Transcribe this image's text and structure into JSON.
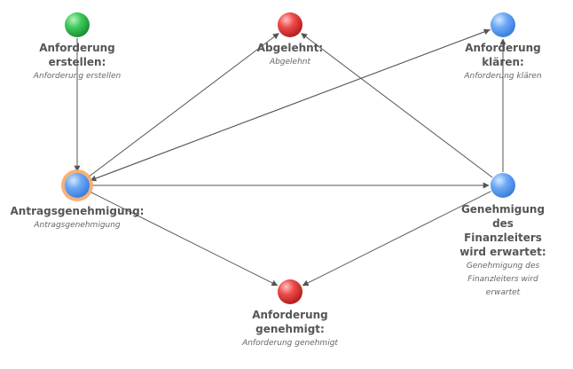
{
  "colors": {
    "green": "#2db84a",
    "red": "#e63838",
    "blue": "#5f9ff5",
    "highlight": "#f5a96b",
    "edge": "#555555",
    "text": "#555555"
  },
  "nodes": [
    {
      "id": "anforderung-erstellen",
      "color": "green",
      "title": "Anforderung erstellen:",
      "subtitle": "Anforderung erstellen"
    },
    {
      "id": "abgelehnt",
      "color": "red",
      "title": "Abgelehnt:",
      "subtitle": "Abgelehnt"
    },
    {
      "id": "anforderung-klaeren",
      "color": "blue",
      "title": "Anforderung klären:",
      "subtitle": "Anforderung klären"
    },
    {
      "id": "antragsgenehmigung",
      "color": "blue",
      "title": "Antragsgenehmigung:",
      "subtitle": "Antragsgenehmigung",
      "highlighted": true
    },
    {
      "id": "genehmigung-finanzleiter",
      "color": "blue",
      "title": "Genehmigung des Finanzleiters wird erwartet:",
      "subtitle": "Genehmigung des Finanzleiters wird erwartet"
    },
    {
      "id": "anforderung-genehmigt",
      "color": "red",
      "title": "Anforderung genehmigt:",
      "subtitle": "Anforderung genehmigt"
    }
  ],
  "edges": [
    {
      "from": "anforderung-erstellen",
      "to": "antragsgenehmigung"
    },
    {
      "from": "antragsgenehmigung",
      "to": "abgelehnt"
    },
    {
      "from": "antragsgenehmigung",
      "to": "anforderung-klaeren"
    },
    {
      "from": "anforderung-klaeren",
      "to": "antragsgenehmigung"
    },
    {
      "from": "antragsgenehmigung",
      "to": "genehmigung-finanzleiter"
    },
    {
      "from": "antragsgenehmigung",
      "to": "anforderung-genehmigt"
    },
    {
      "from": "genehmigung-finanzleiter",
      "to": "abgelehnt"
    },
    {
      "from": "genehmigung-finanzleiter",
      "to": "anforderung-klaeren"
    },
    {
      "from": "genehmigung-finanzleiter",
      "to": "anforderung-genehmigt"
    }
  ]
}
